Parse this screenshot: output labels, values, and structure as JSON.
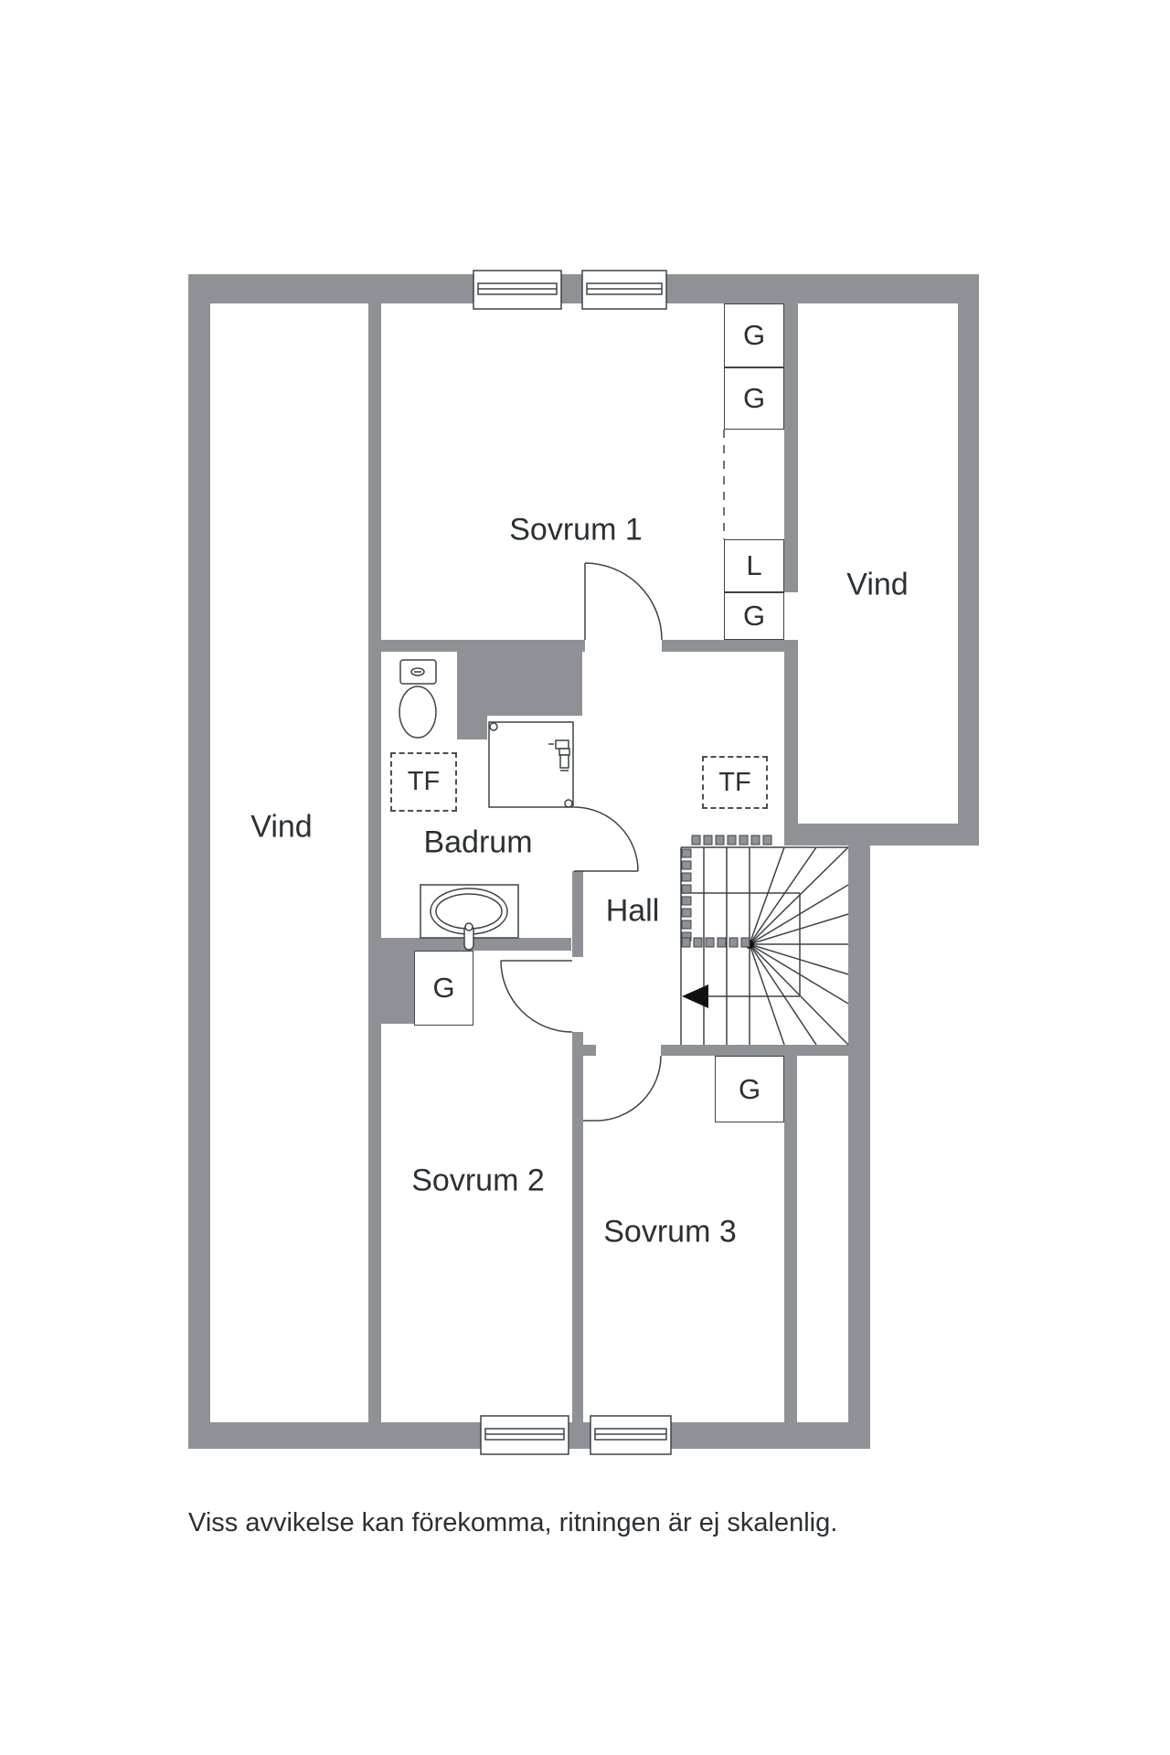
{
  "rooms": {
    "sovrum1": "Sovrum 1",
    "vind_left": "Vind",
    "vind_right": "Vind",
    "badrum": "Badrum",
    "hall": "Hall",
    "sovrum2": "Sovrum 2",
    "sovrum3": "Sovrum 3"
  },
  "closets": {
    "g1": "G",
    "g2": "G",
    "l": "L",
    "g3": "G",
    "sovrum2_g": "G",
    "sovrum3_g": "G"
  },
  "vents": {
    "tf_badrum": "TF",
    "tf_hall": "TF"
  },
  "footer": {
    "disclaimer": "Viss avvikelse kan förekomma, ritningen är ej skalenlig."
  },
  "colors": {
    "wall": "#8e9296",
    "line": "#3d4347",
    "text": "#2b3034"
  }
}
